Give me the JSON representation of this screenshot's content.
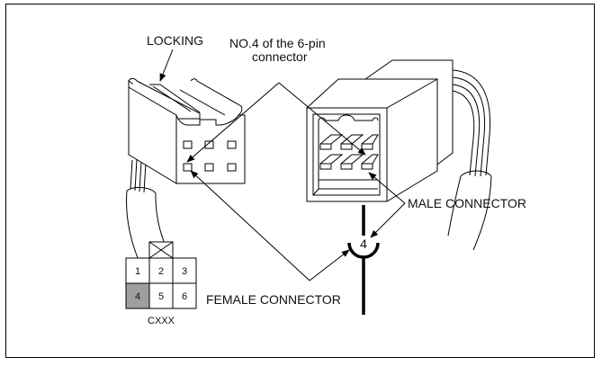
{
  "labels": {
    "locking": "LOCKING",
    "pin_callout_line1": "NO.4 of the 6-pin",
    "pin_callout_line2": "connector",
    "male_connector": "MALE CONNECTOR",
    "female_connector": "FEMALE CONNECTOR"
  },
  "symbol": {
    "pin_number": "4"
  },
  "pin_layout": {
    "caption": "CXXX",
    "pins": [
      "1",
      "2",
      "3",
      "4",
      "5",
      "6"
    ],
    "highlighted_pin": "4",
    "highlight_color": "#9e9e9e"
  }
}
